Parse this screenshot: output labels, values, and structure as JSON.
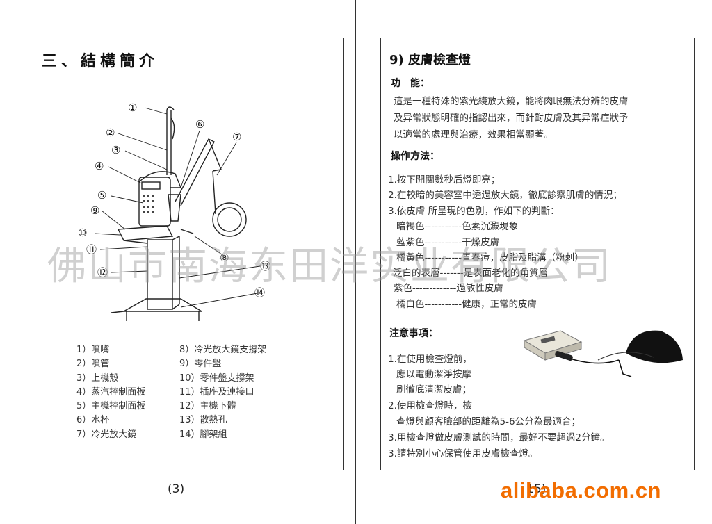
{
  "left_page": {
    "title": "三、結構簡介",
    "callouts": [
      "①",
      "②",
      "③",
      "④",
      "⑤",
      "⑨",
      "⑩",
      "⑪",
      "⑫",
      "⑥",
      "⑦",
      "⑧",
      "⑬",
      "⑭"
    ],
    "parts_col1": [
      "1）噴嘴",
      "2）噴管",
      "3）上機殼",
      "4）蒸汽控制面板",
      "5）主機控制面板",
      "6）水杯",
      "7）冷光放大鏡"
    ],
    "parts_col2": [
      "8）冷光放大鏡支撐架",
      "9）零件盤",
      "10）零件盤支撐架",
      "11）插座及連接口",
      "12）主機下體",
      "13）散熱孔",
      "14）腳架組"
    ],
    "page_number": "(3)"
  },
  "right_page": {
    "title": "9) 皮膚檢查燈",
    "function_heading": "功　能：",
    "function_lines": [
      "這是一種特殊的紫光綫放大鏡，能將肉眼無法分辨的皮膚",
      "及异常狀態明確的指認出來，而針對皮膚及其异常症狀予",
      "以適當的處理與治療，效果相當顯著。"
    ],
    "operation_heading": "操作方法：",
    "operation_steps": [
      "1.按下開關數秒后燈即亮；",
      "2.在較暗的美容室中透過放大鏡，徹底診察肌膚的情況；",
      "3.依皮膚 所呈現的色別，作如下的判斷："
    ],
    "color_judgements": [
      "暗褐色-----------色素沉澱現象",
      "藍紫色-----------干燥皮膚",
      "橘黃色-----------青春痘，皮脂及脂溝（粉刺）",
      "泛白的表層-------是表面老化的角質層",
      "紫色-------------過敏性皮膚",
      "橘白色-----------健康，正常的皮膚"
    ],
    "notes_heading": "注意事項：",
    "notes": [
      "1.在使用檢查燈前，",
      "應以電動潔淨按摩",
      "刷徹底清潔皮膚；",
      "2.使用檢查燈時，檢",
      "查燈與顧客臉部的距離為5-6公分為最適合；",
      "3.用檢查燈做皮膚測試的時間，最好不要超過2分鐘。",
      "3.請特別小心保管使用皮膚檢查燈。"
    ],
    "page_number": "15)"
  },
  "watermark": "佛山市南海东田洋实业有限公司",
  "brand": "alibaba.com.cn",
  "colors": {
    "brand": "#f26d00",
    "ink": "#222222",
    "frame": "#333333"
  }
}
